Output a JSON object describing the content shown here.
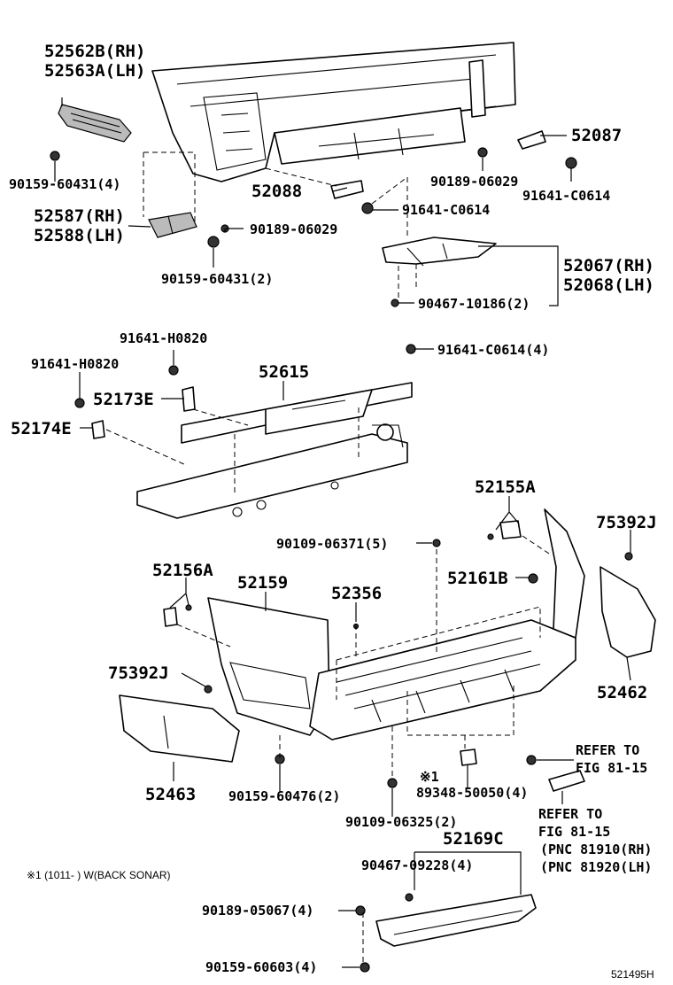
{
  "labels": {
    "p52562b": "52562B(RH)",
    "p52563a": "52563A(LH)",
    "b90159_60431_4": "90159-60431(4)",
    "p52587": "52587(RH)",
    "p52588": "52588(LH)",
    "b90159_60431_2": "90159-60431(2)",
    "p52088": "52088",
    "n91641_c0614_top": "91641-C0614",
    "b90189_06029_left": "90189-06029",
    "p52087": "52087",
    "b90189_06029_right": "90189-06029",
    "n91641_c0614_right": "91641-C0614",
    "p52067": "52067(RH)",
    "p52068": "52068(LH)",
    "b90467_10186": "90467-10186(2)",
    "n91641_c0614_4": "91641-C0614(4)",
    "n91641_h0820_a": "91641-H0820",
    "n91641_h0820_b": "91641-H0820",
    "p52173e": "52173E",
    "p52174e": "52174E",
    "p52615": "52615",
    "p52155a": "52155A",
    "p75392j_right": "75392J",
    "b90109_06371": "90109-06371(5)",
    "p52161b": "52161B",
    "p52156a": "52156A",
    "p52159": "52159",
    "p52356": "52356",
    "p75392j_left": "75392J",
    "p52462": "52462",
    "refer1_a": "REFER TO",
    "refer1_b": "FIG 81-15",
    "mark1": "※1",
    "c89348": "89348-50050(4)",
    "p52463": "52463",
    "b90159_60476": "90159-60476(2)",
    "b90109_06325": "90109-06325(2)",
    "refer2_a": "REFER TO",
    "refer2_b": "FIG 81-15",
    "pnc1": "(PNC 81910(RH)",
    "pnc2": "(PNC 81920(LH)",
    "p52169c": "52169C",
    "b90467_09228": "90467-09228(4)",
    "b90189_05067": "90189-05067(4)",
    "b90159_60603": "90159-60603(4)",
    "footnote": "※1 (1011-     ) W(BACK SONAR)",
    "diagram_id": "521495H"
  }
}
